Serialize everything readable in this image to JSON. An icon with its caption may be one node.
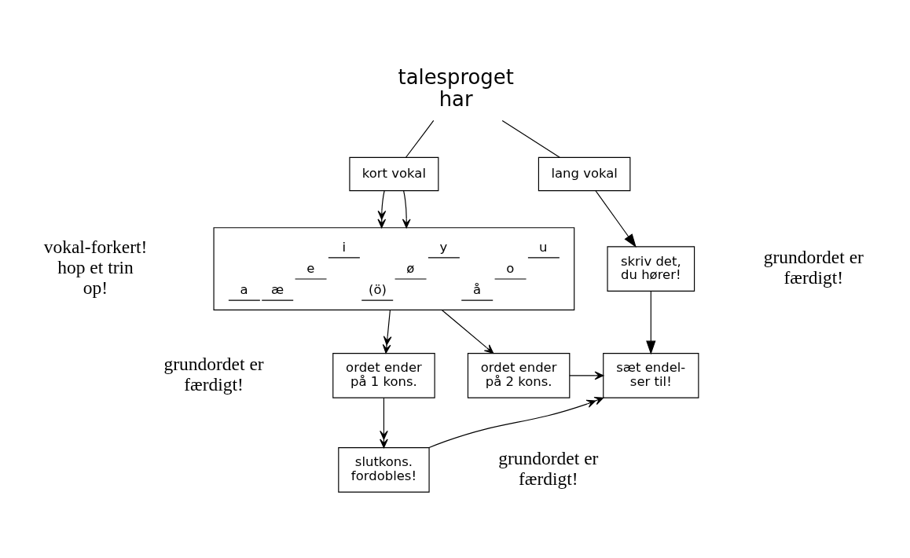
{
  "diagram": {
    "nodes": [
      {
        "text": [
          "talesproget har"
        ]
      },
      {
        "text": [
          "kort vokal"
        ]
      },
      {
        "text": [
          "lang vokal"
        ]
      },
      {
        "text": [
          "i",
          "y",
          "u",
          "e",
          "ø",
          "o",
          "a",
          "æ",
          "(ö)",
          "å"
        ]
      },
      {
        "text": [
          "skriv det, du hører!"
        ]
      },
      {
        "text": [
          "ordet ender på 1 kons."
        ]
      },
      {
        "text": [
          "ordet ender på 2 kons."
        ]
      },
      {
        "text": [
          "sæt endel- ser til!"
        ]
      },
      {
        "text": [
          "slutkons. fordobles!"
        ]
      }
    ],
    "edges": [
      {
        "from": 0,
        "to": 1,
        "arrow": "none"
      },
      {
        "from": 0,
        "to": 2,
        "arrow": "none"
      },
      {
        "from": 1,
        "to": 3,
        "arrow": "to"
      },
      {
        "from": 1,
        "to": 3,
        "arrow": "to"
      },
      {
        "from": 2,
        "to": 4,
        "arrow": "to"
      },
      {
        "from": 3,
        "to": 5,
        "arrow": "to"
      },
      {
        "from": 3,
        "to": 6,
        "arrow": "to"
      },
      {
        "from": 4,
        "to": 7,
        "arrow": "to"
      },
      {
        "from": 6,
        "to": 7,
        "arrow": "to"
      },
      {
        "from": 5,
        "to": 8,
        "arrow": "to"
      },
      {
        "from": 8,
        "to": 7,
        "arrow": "to"
      }
    ],
    "labels": [
      "grundordet er færdigt!",
      "vokal-forkert! hop et trin op!",
      "grundordet er færdigt!",
      "grundordet er færdigt!"
    ]
  }
}
